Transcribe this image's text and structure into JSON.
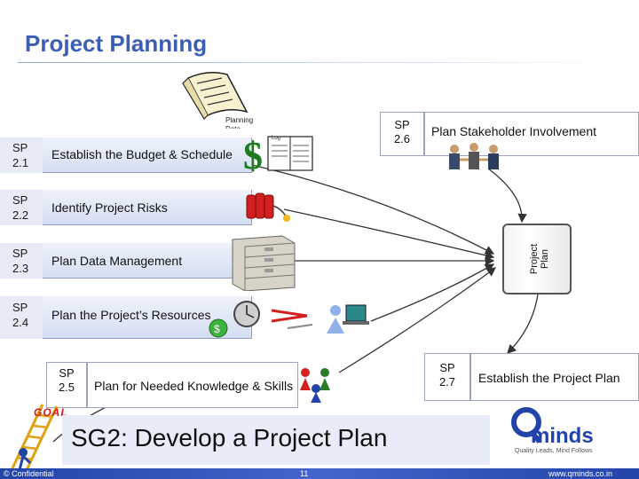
{
  "title": "Project Planning",
  "planning_doc_label": "Planning\nData",
  "doc_icon_label": "Log",
  "practices": [
    {
      "id": "SP\n2.1",
      "label": "Establish the Budget & Schedule"
    },
    {
      "id": "SP\n2.2",
      "label": "Identify Project Risks"
    },
    {
      "id": "SP\n2.3",
      "label": "Plan Data Management"
    },
    {
      "id": "SP\n2.4",
      "label": "Plan the Project’s Resources"
    },
    {
      "id": "SP\n2.5",
      "label": "Plan for Needed Knowledge & Skills"
    },
    {
      "id": "SP\n2.6",
      "label": "Plan Stakeholder Involvement"
    },
    {
      "id": "SP\n2.7",
      "label": "Establish the Project Plan"
    }
  ],
  "plan_doc_label": "Project\nPlan",
  "goal_label": "GOAL",
  "sg_title": "SG2: Develop a Project Plan",
  "brand": {
    "name": "minds",
    "tagline": "Quality Leads, Mind Follows",
    "color": "#2244a8"
  },
  "footer": {
    "left": "© Confidential",
    "page": "11",
    "right": "www.qminds.co.in"
  },
  "colors": {
    "title": "#3b5fb5",
    "panel": "#e6ebf7",
    "footer": "#2244a8"
  }
}
